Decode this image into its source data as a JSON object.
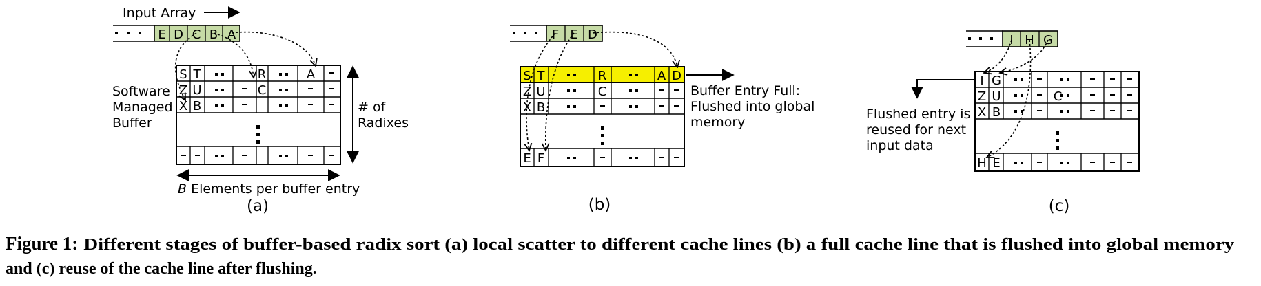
{
  "panel_a": {
    "input_array_label": "Input Array",
    "input_cells": [
      "E",
      "D",
      "C",
      "B",
      "A"
    ],
    "buffer_label_line1": "Software",
    "buffer_label_line2": "Managed",
    "buffer_label_line3": "Buffer",
    "radixes_label_line1": "# of",
    "radixes_label_line2": "Radixes",
    "width_label_italic": "B",
    "width_label_rest": " Elements per buffer entry",
    "row1": [
      "S",
      "T",
      "R",
      "A"
    ],
    "row2": [
      "Z",
      "U",
      "C"
    ],
    "row3": [
      "X",
      "B"
    ],
    "sublabel": "(a)"
  },
  "panel_b": {
    "input_cells": [
      "F",
      "E",
      "D"
    ],
    "row1": [
      "S",
      "T",
      "R",
      "A",
      "D"
    ],
    "row2": [
      "Z",
      "U",
      "C"
    ],
    "row3": [
      "X",
      "B"
    ],
    "last_row": [
      "E",
      "F"
    ],
    "full_label_line1": "Buffer Entry Full:",
    "full_label_line2": "Flushed into global",
    "full_label_line3": "memory",
    "sublabel": "(b)"
  },
  "panel_c": {
    "input_cells": [
      "I",
      "H",
      "G"
    ],
    "row1": [
      "I",
      "G"
    ],
    "row2": [
      "Z",
      "U",
      "C"
    ],
    "row3": [
      "X",
      "B"
    ],
    "last_row": [
      "H",
      "E"
    ],
    "reuse_label_line1": "Flushed entry is",
    "reuse_label_line2": "reused for next",
    "reuse_label_line3": "input data",
    "sublabel": "(c)"
  },
  "caption": {
    "figure_label": "Figure 1:",
    "line1": "Different stages of buffer-based radix sort (a) local scatter to different cache lines (b) a full cache line that is flushed into global memory",
    "line2": "and (c) reuse of the cache line after flushing."
  },
  "colors": {
    "input_fill": "#c6dba6",
    "full_row_fill": "#f6ef00"
  }
}
